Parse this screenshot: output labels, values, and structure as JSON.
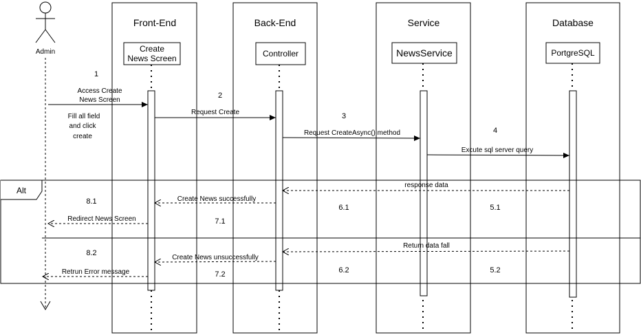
{
  "actor": {
    "label": "Admin"
  },
  "lanes": {
    "frontend": {
      "title": "Front-End",
      "box": [
        "Create",
        "News Screen"
      ]
    },
    "backend": {
      "title": "Back-End",
      "box": [
        "Controller"
      ]
    },
    "service": {
      "title": "Service",
      "box": [
        "NewsService"
      ]
    },
    "database": {
      "title": "Database",
      "box": [
        "PortgreSQL"
      ]
    }
  },
  "messages": {
    "m1": {
      "label": [
        "Access Create",
        "News Screen"
      ],
      "num": "1"
    },
    "note1": [
      "Fill all field",
      "and click",
      "create"
    ],
    "m2": {
      "label": "Request Create",
      "num": "2"
    },
    "m3": {
      "label": "Request CreateAsync() method",
      "num": "3"
    },
    "m4": {
      "label": "Excute sql server  query",
      "num": "4"
    },
    "r51": {
      "label": "response data",
      "num": "5.1"
    },
    "r61": {
      "label": "Create News successfully",
      "num": "6.1"
    },
    "r71": {
      "label": "Redirect News Screen",
      "num": "7.1"
    },
    "n81": {
      "num": "8.1"
    },
    "r52": {
      "label": "Return data fall",
      "num": "5.2"
    },
    "r62": {
      "label": "Create News unsuccessfully",
      "num": "6.2"
    },
    "r72": {
      "label": "Retrun Error message",
      "num": "7.2"
    },
    "n82": {
      "num": "8.2"
    }
  },
  "alt": {
    "label": "Alt"
  }
}
